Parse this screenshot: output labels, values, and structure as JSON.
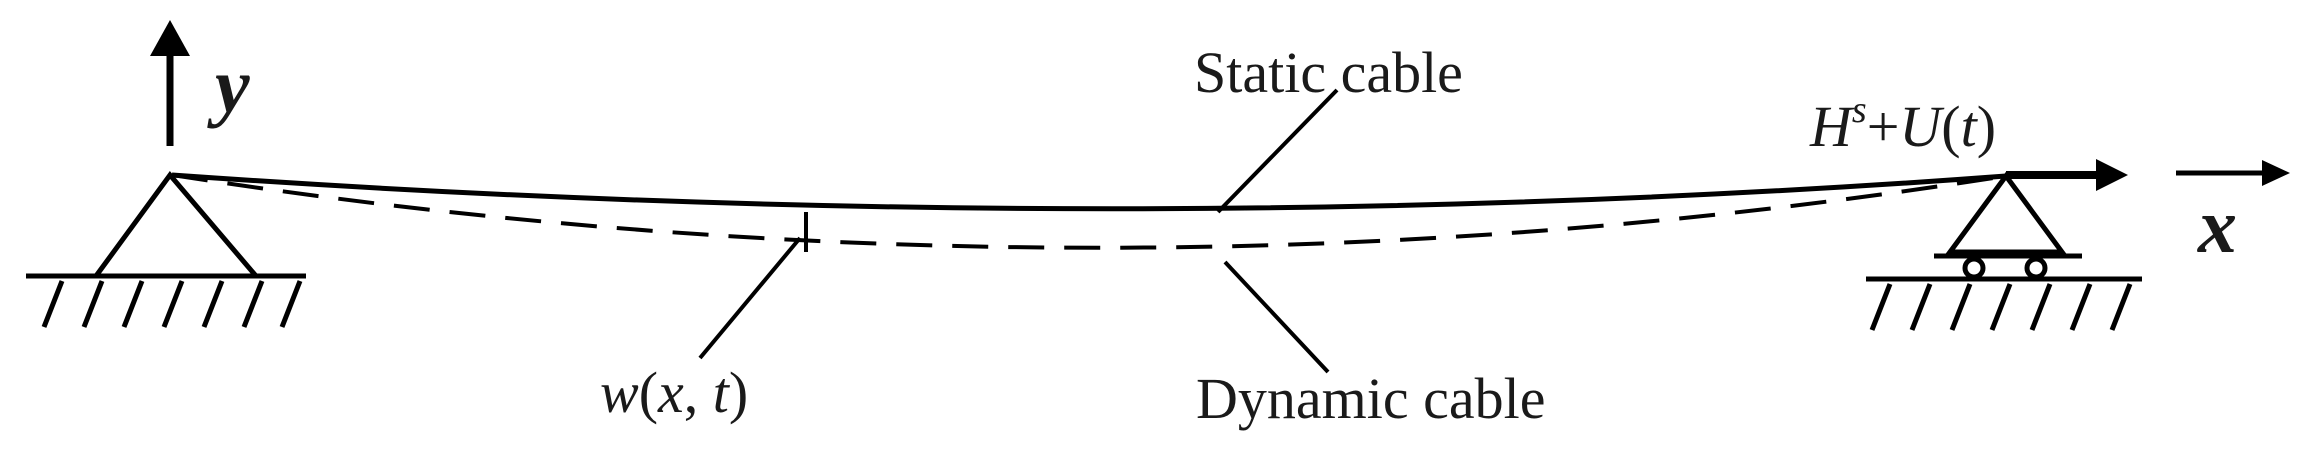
{
  "labels": {
    "static_cable": "Static cable",
    "dynamic_cable": "Dynamic cable",
    "axis_y": "y",
    "axis_x": "x",
    "force": {
      "H": "H",
      "s": "s",
      "plus": "+",
      "U": "U",
      "t_open": "(",
      "t": "t",
      "t_close": ")"
    },
    "displacement": {
      "w": "w",
      "open": "(",
      "x": "x",
      "comma": ", ",
      "t": "t",
      "close": ")"
    }
  },
  "colors": {
    "line": "#000000",
    "text": "#1a1a1a"
  }
}
